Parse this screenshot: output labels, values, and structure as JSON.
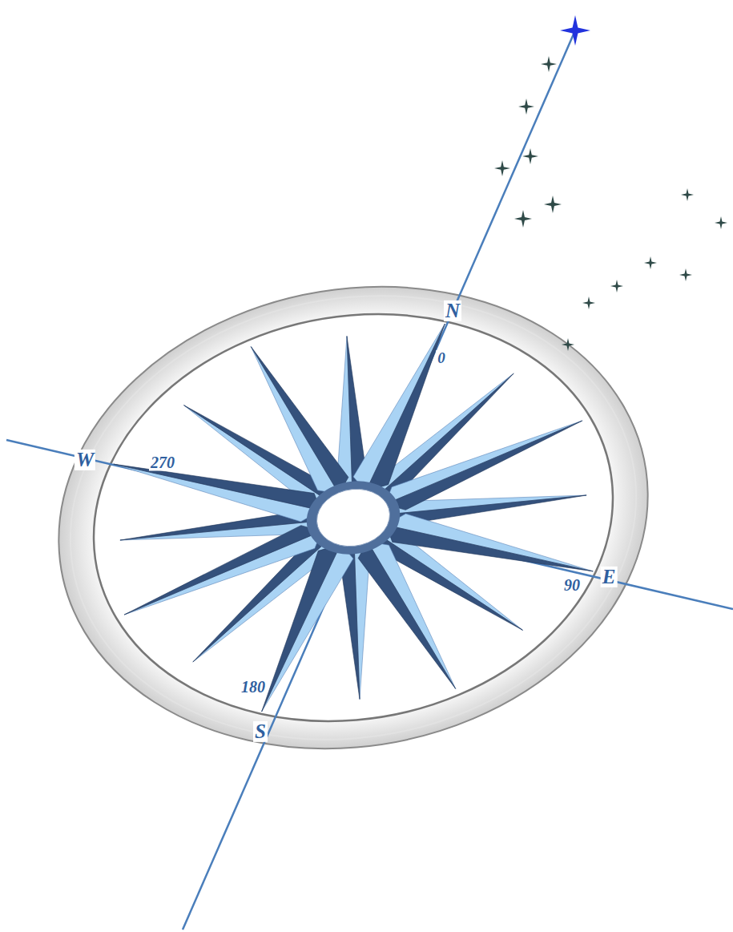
{
  "diagram": {
    "labels": [
      "N",
      "0",
      "W",
      "270",
      "90",
      "E",
      "180",
      "S"
    ]
  }
}
